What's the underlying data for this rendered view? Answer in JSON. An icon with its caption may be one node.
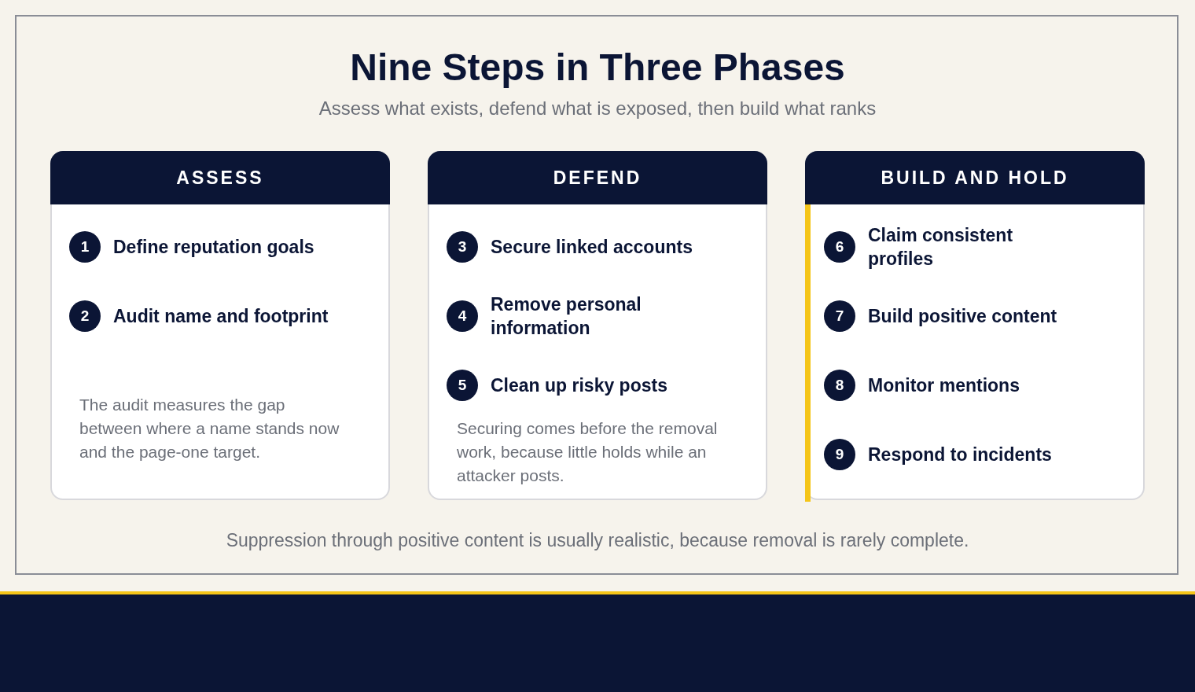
{
  "diagram": {
    "title": "Nine Steps in Three Phases",
    "caption": "Suppression through positive content is usually realistic, because removal is rarely complete.",
    "labels": [
      "Assess what exists, defend what is exposed, then build what ranks"
    ],
    "nodes": [
      {
        "text": [
          "ASSESS",
          "The audit measures the gap between where a name stands now and the page-one target."
        ]
      },
      {
        "text": [
          "1"
        ],
        "in": 0,
        "beside": [
          "Define reputation goals"
        ]
      },
      {
        "text": [
          "2"
        ],
        "in": 0,
        "beside": [
          "Audit name and footprint"
        ]
      },
      {
        "text": [
          "DEFEND",
          "Securing comes before the removal work, because little holds while an attacker posts."
        ]
      },
      {
        "text": [
          "3"
        ],
        "in": 3,
        "beside": [
          "Secure linked accounts"
        ]
      },
      {
        "text": [
          "4"
        ],
        "in": 3,
        "beside": [
          "Remove personal information"
        ]
      },
      {
        "text": [
          "5"
        ],
        "in": 3,
        "beside": [
          "Clean up risky posts"
        ]
      },
      {
        "text": [
          "BUILD AND HOLD"
        ]
      },
      {
        "text": [
          "6"
        ],
        "in": 7,
        "beside": [
          "Claim consistent profiles"
        ]
      },
      {
        "text": [
          "7"
        ],
        "in": 7,
        "beside": [
          "Build positive content"
        ]
      },
      {
        "text": [
          "8"
        ],
        "in": 7,
        "beside": [
          "Monitor mentions"
        ]
      },
      {
        "text": [
          "9"
        ],
        "in": 7,
        "beside": [
          "Respond to incidents"
        ]
      }
    ]
  }
}
